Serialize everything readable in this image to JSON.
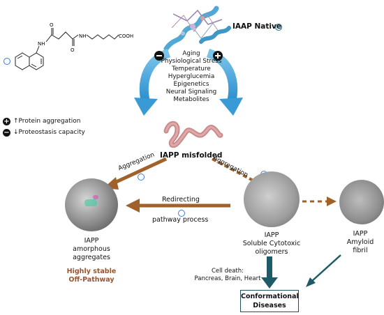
{
  "molecule": {
    "acid_label": "COOH",
    "nh1": "NH",
    "nh2": "NH",
    "o1": "O",
    "o2": "O"
  },
  "native": {
    "label": "IAAP Native"
  },
  "factors": [
    "Aging",
    "Physiological Stress",
    "Temperature",
    "Hyperglucemia",
    "Epigenetics",
    "Neural Signaling",
    "Metabolites"
  ],
  "legend": {
    "plus_text": "↑Protein aggregation",
    "minus_text": "↓Proteostasis capacity",
    "plus_symbol": "+",
    "minus_symbol": "−"
  },
  "misfolded": {
    "label": "IAPP misfolded"
  },
  "arrows": {
    "left_label": "Aggregation",
    "right_label": "Aggregation",
    "redirect_line1": "Redirecting",
    "redirect_line2": "pathway process"
  },
  "amorphous": {
    "line1": "IAPP",
    "line2": "amorphous",
    "line3": "aggregates"
  },
  "off_pathway": {
    "line1": "Highly stable",
    "line2": "Off-Pathway"
  },
  "oligomers": {
    "line1": "IAPP",
    "line2": "Soluble Cytotoxic",
    "line3": "oligomers"
  },
  "fibril": {
    "line1": "IAPP",
    "line2": "Amyloid",
    "line3": "fibril"
  },
  "cell_death": {
    "line1": "Cell death:",
    "line2": "Pancreas, Brain, Heart"
  },
  "diseases": {
    "line1": "Conformational",
    "line2": "Diseases"
  },
  "colors": {
    "brown": "#a0622a",
    "teal": "#1f5a68",
    "blue": "#3aa6d8",
    "offpath": "#a0522d"
  }
}
